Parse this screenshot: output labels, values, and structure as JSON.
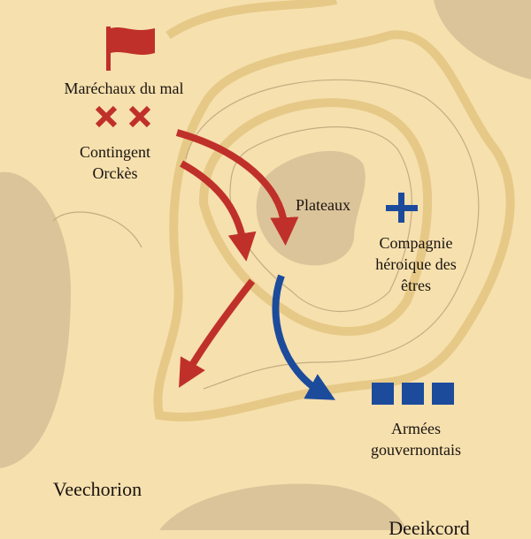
{
  "colors": {
    "background": "#f6e0ae",
    "terrain": "#dcc49a",
    "contour": "#e6c987",
    "enemy": "#c0302a",
    "friendly": "#1c4b9c"
  },
  "units": {
    "marshals": {
      "label": "Maréchaux du mal",
      "icon": "flag-icon"
    },
    "contingent": {
      "line1": "Contingent",
      "line2": "Orckès",
      "icon": "double-cross-icon"
    },
    "company": {
      "line1": "Compagnie",
      "line2": "héroique des",
      "line3": "êtres",
      "icon": "plus-icon"
    },
    "armies": {
      "line1": "Armées",
      "line2": "gouvernontais",
      "icon": "three-squares-icon"
    }
  },
  "places": {
    "plateau": "Plateaux",
    "west": "Veechorion",
    "south": "Deeikcord"
  }
}
